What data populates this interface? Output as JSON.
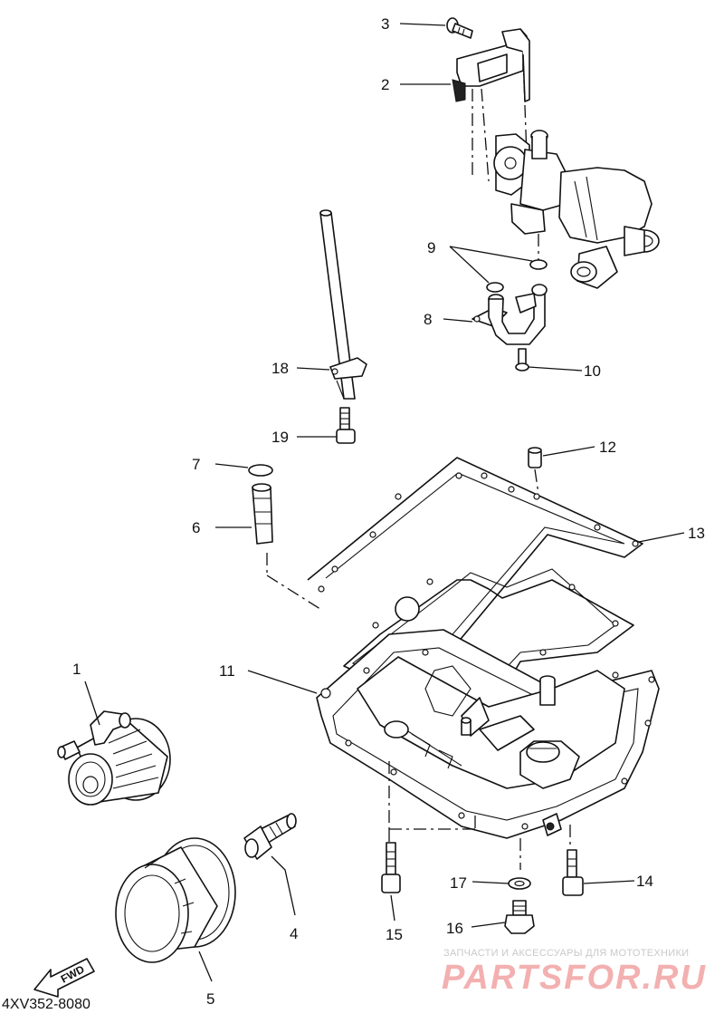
{
  "diagram_code": "4XV352-8080",
  "watermark": {
    "caption": "ЗАПЧАСТИ И АКСЕССУАРЫ ДЛЯ МОТОТЕХНИКИ",
    "logo": "PARTSFOR.RU"
  },
  "fwd_label": "FWD",
  "callouts": [
    "1",
    "2",
    "3",
    "4",
    "5",
    "6",
    "7",
    "8",
    "9",
    "10",
    "11",
    "12",
    "13",
    "14",
    "15",
    "16",
    "17",
    "18",
    "19"
  ]
}
